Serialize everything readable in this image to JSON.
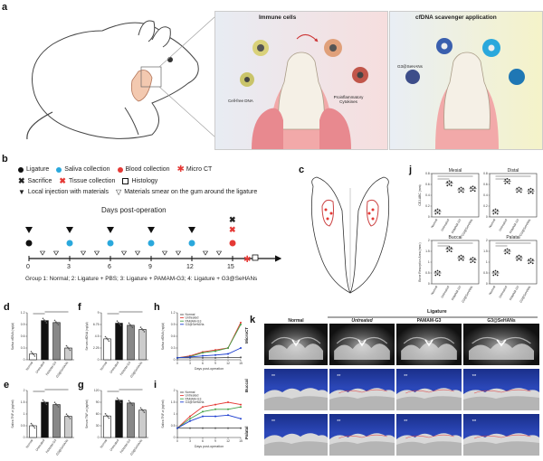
{
  "panels": {
    "a": "a",
    "b": "b",
    "c": "c",
    "d": "d",
    "e": "e",
    "f": "f",
    "g": "g",
    "h": "h",
    "i": "i",
    "j": "j",
    "k": "k"
  },
  "panel_a": {
    "immune_title": "Immune cells",
    "scavenger_title": "cfDNA scavenger application",
    "cellfree_label": "Cell-free DNA",
    "cytokine_label": "Proinflammatory Cytokines",
    "g3_label": "G3@SeHANs"
  },
  "panel_b": {
    "legend": [
      {
        "label": "Ligature",
        "color": "#111111"
      },
      {
        "label": "Saliva collection",
        "color": "#2aa8dc"
      },
      {
        "label": "Blood collection",
        "color": "#e53935"
      },
      {
        "label": "Micro CT",
        "color": "#e53935"
      }
    ],
    "legend2": [
      {
        "label": "Sacrifice"
      },
      {
        "label": "Tissue collection"
      },
      {
        "label": "Histology"
      }
    ],
    "legend3": [
      {
        "label": "Local injection with materials"
      },
      {
        "label": "Materials smear on the gum around the ligature"
      }
    ],
    "days_title": "Days post-operation",
    "ticks": [
      "0",
      "3",
      "6",
      "9",
      "12",
      "15"
    ],
    "groups": "Group 1: Normal; 2: Ligature + PBS; 3: Ligature + PAMAM-G3; 4: Ligature + G3@SeHANs"
  },
  "groups_short": [
    "Normal",
    "Untreated",
    "PAMAM-G3",
    "G3@SeHANs"
  ],
  "bar_colors": [
    "#ffffff",
    "#111111",
    "#888888",
    "#cccccc"
  ],
  "chart_data": [
    {
      "id": "d",
      "type": "bar",
      "categories": [
        "Normal",
        "Untreated",
        "PAMAM-G3",
        "G3@SeHANs"
      ],
      "values": [
        0.15,
        1.0,
        0.95,
        0.3
      ],
      "ylabel": "Saliva cfDNA (ng/μl)",
      "ylim": [
        0,
        1.2
      ]
    },
    {
      "id": "f",
      "type": "bar",
      "categories": [
        "Normal",
        "Untreated",
        "PAMAM-G3",
        "G3@SeHANs"
      ],
      "values": [
        4.0,
        7.0,
        6.6,
        5.8
      ],
      "ylabel": "Serum cfDNA (ng/μl)",
      "ylim": [
        0,
        9
      ]
    },
    {
      "id": "e",
      "type": "bar",
      "categories": [
        "Normal",
        "Untreated",
        "PAMAM-G3",
        "G3@SeHANs"
      ],
      "values": [
        0.5,
        1.5,
        1.4,
        0.9
      ],
      "ylabel": "Saliva TNF-α (pg/ml)",
      "ylim": [
        0,
        2
      ]
    },
    {
      "id": "g",
      "type": "bar",
      "categories": [
        "Normal",
        "Untreated",
        "PAMAM-G3",
        "G3@SeHANs"
      ],
      "values": [
        55,
        95,
        88,
        70
      ],
      "ylabel": "Serum TNF-α (pg/ml)",
      "ylim": [
        0,
        120
      ]
    },
    {
      "id": "h",
      "type": "line",
      "x": [
        0,
        3,
        6,
        9,
        12,
        15
      ],
      "xlabel": "Days post-operation",
      "ylabel": "Saliva cfDNA (ng/μl)",
      "ylim": [
        0,
        1.2
      ],
      "series": [
        {
          "name": "Normal",
          "color": "#555555",
          "values": [
            0.05,
            0.05,
            0.05,
            0.05,
            0.06,
            0.06
          ]
        },
        {
          "name": "Untreated",
          "color": "#e53935",
          "values": [
            0.05,
            0.1,
            0.2,
            0.25,
            0.3,
            0.95
          ]
        },
        {
          "name": "PAMAM-G3",
          "color": "#43a047",
          "values": [
            0.05,
            0.08,
            0.18,
            0.22,
            0.3,
            0.9
          ]
        },
        {
          "name": "G3@SeHANs",
          "color": "#1e3fd0",
          "values": [
            0.05,
            0.07,
            0.1,
            0.12,
            0.15,
            0.3
          ]
        }
      ]
    },
    {
      "id": "i",
      "type": "line",
      "x": [
        0,
        3,
        6,
        9,
        12,
        15
      ],
      "xlabel": "Days post-operation",
      "ylabel": "Saliva TNF-α (pg/ml)",
      "ylim": [
        0,
        2
      ],
      "series": [
        {
          "name": "Normal",
          "color": "#555555",
          "values": [
            0.4,
            0.4,
            0.4,
            0.4,
            0.4,
            0.4
          ]
        },
        {
          "name": "Untreated",
          "color": "#e53935",
          "values": [
            0.4,
            0.9,
            1.3,
            1.4,
            1.5,
            1.4
          ]
        },
        {
          "name": "PAMAM-G3",
          "color": "#43a047",
          "values": [
            0.4,
            0.8,
            1.1,
            1.2,
            1.2,
            1.3
          ]
        },
        {
          "name": "G3@SeHANs",
          "color": "#1e3fd0",
          "values": [
            0.4,
            0.7,
            0.9,
            0.9,
            0.95,
            0.8
          ]
        }
      ]
    },
    {
      "id": "j1",
      "type": "scatter",
      "title": "Mesial",
      "categories": [
        "Normal",
        "Untreated",
        "PAMAM-G3",
        "G3@SeHANs"
      ],
      "values": [
        0.1,
        0.62,
        0.5,
        0.52
      ],
      "ylabel": "CEJ-ABC (mm)",
      "ylim": [
        0,
        0.8
      ]
    },
    {
      "id": "j2",
      "type": "scatter",
      "title": "Distal",
      "categories": [
        "Normal",
        "Untreated",
        "PAMAM-G3",
        "G3@SeHANs"
      ],
      "values": [
        0.1,
        0.66,
        0.5,
        0.48
      ],
      "ylim": [
        0,
        0.8
      ]
    },
    {
      "id": "j3",
      "type": "scatter",
      "title": "Buccal",
      "categories": [
        "Normal",
        "Untreated",
        "PAMAM-G3",
        "G3@SeHANs"
      ],
      "values": [
        0.5,
        1.6,
        1.2,
        1.1
      ],
      "ylabel": "Bone Resorption Area (mm²)",
      "ylim": [
        0,
        2
      ]
    },
    {
      "id": "j4",
      "type": "scatter",
      "title": "Palatal",
      "categories": [
        "Normal",
        "Untreated",
        "PAMAM-G3",
        "G3@SeHANs"
      ],
      "values": [
        0.5,
        1.5,
        1.2,
        1.05
      ],
      "ylim": [
        0,
        2
      ]
    }
  ],
  "panel_k": {
    "ligature_header": "Ligature",
    "col_headers": [
      "Normal",
      "Untreated",
      "PAMAM-G3",
      "G3@SeHANs"
    ],
    "row_labels": [
      "MicroCT",
      "Buccal",
      "Palatal"
    ]
  }
}
